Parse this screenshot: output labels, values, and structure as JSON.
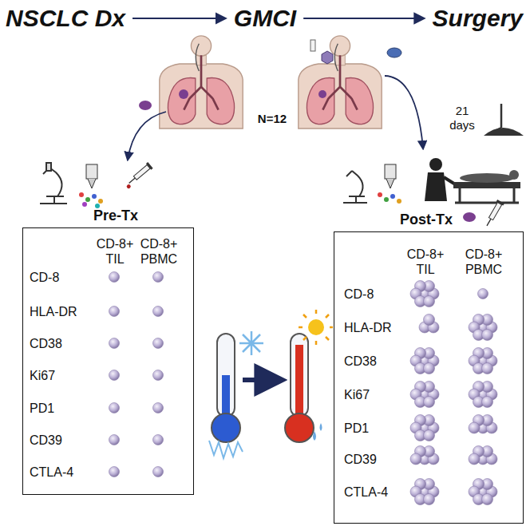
{
  "diagram": {
    "nodes": [
      {
        "text": [
          "NSCLC Dx"
        ]
      },
      {
        "text": [
          "GMCI"
        ]
      },
      {
        "text": [
          "Surgery"
        ]
      },
      {
        "text": [
          "Pre-Tx",
          "CD-8+ TIL",
          "CD-8+ PBMC",
          "CD-8",
          "HLA-DR",
          "CD38",
          "Ki67",
          "PD1",
          "CD39",
          "CTLA-4"
        ]
      },
      {
        "text": [
          "Post-Tx",
          "CD-8+ TIL",
          "CD-8+ PBMC",
          "CD-8",
          "HLA-DR",
          "CD38",
          "Ki67",
          "PD1",
          "CD39",
          "CTLA-4"
        ]
      }
    ],
    "edges": [
      {
        "from": 0,
        "to": 1,
        "arrow": "to"
      },
      {
        "from": 1,
        "to": 2,
        "arrow": "to"
      }
    ],
    "labels": [
      "N=12",
      "21 days"
    ]
  }
}
